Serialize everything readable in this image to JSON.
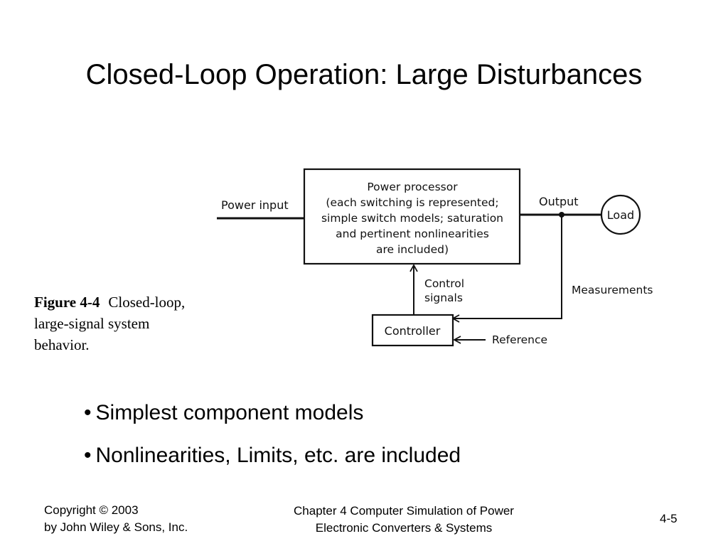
{
  "title": "Closed-Loop Operation: Large Disturbances",
  "diagram": {
    "power_input_label": "Power input",
    "power_processor_lines": [
      "Power processor",
      "(each switching is represented;",
      "simple switch models; saturation",
      "and pertinent nonlinearities",
      "are included)"
    ],
    "output_label": "Output",
    "load_label": "Load",
    "control_signals_lines": [
      "Control",
      "signals"
    ],
    "measurements_label": "Measurements",
    "controller_label": "Controller",
    "reference_label": "Reference"
  },
  "caption": {
    "figure_number": "Figure 4-4",
    "text": "Closed-loop, large-signal system behavior."
  },
  "bullets": [
    "Simplest component models",
    "Nonlinearities, Limits, etc. are included"
  ],
  "footer": {
    "left_lines": [
      "Copyright © 2003",
      "by John Wiley & Sons, Inc."
    ],
    "center_lines": [
      "Chapter 4 Computer Simulation of Power",
      "Electronic Converters & Systems"
    ],
    "page_number": "4-5"
  }
}
